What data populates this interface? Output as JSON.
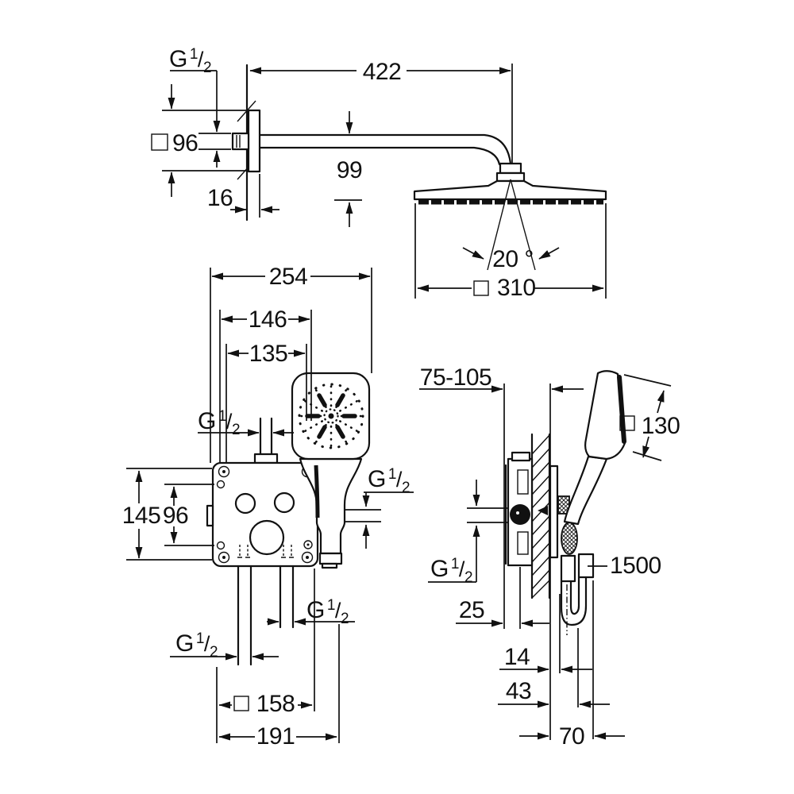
{
  "drawing_type": "shower-system-installation-dimensions",
  "colors": {
    "ink": "#111111",
    "background": "#ffffff"
  },
  "thread": {
    "prefix": "G",
    "sup": "1",
    "slash": "/",
    "sub": "2"
  },
  "head_shower_view": {
    "arm_length": "422",
    "flange_size": "96",
    "flange_depth": "16",
    "head_drop": "99",
    "spray_angle": "20 °",
    "head_size": "310"
  },
  "valve_front_view": {
    "overall_width": "254",
    "shower_center_offset": "146",
    "holder_offset": "135",
    "mounting_height": "145",
    "ports_height": "96",
    "rough_in_size": "158",
    "overall_bottom_width": "191"
  },
  "valve_side_view": {
    "install_depth_range": "75-105",
    "hand_shower_size": "130",
    "hose_length": "1500",
    "plate_depth": "25",
    "wall_to_holder": "14",
    "wall_to_hose": "43",
    "wall_to_shower": "70"
  }
}
